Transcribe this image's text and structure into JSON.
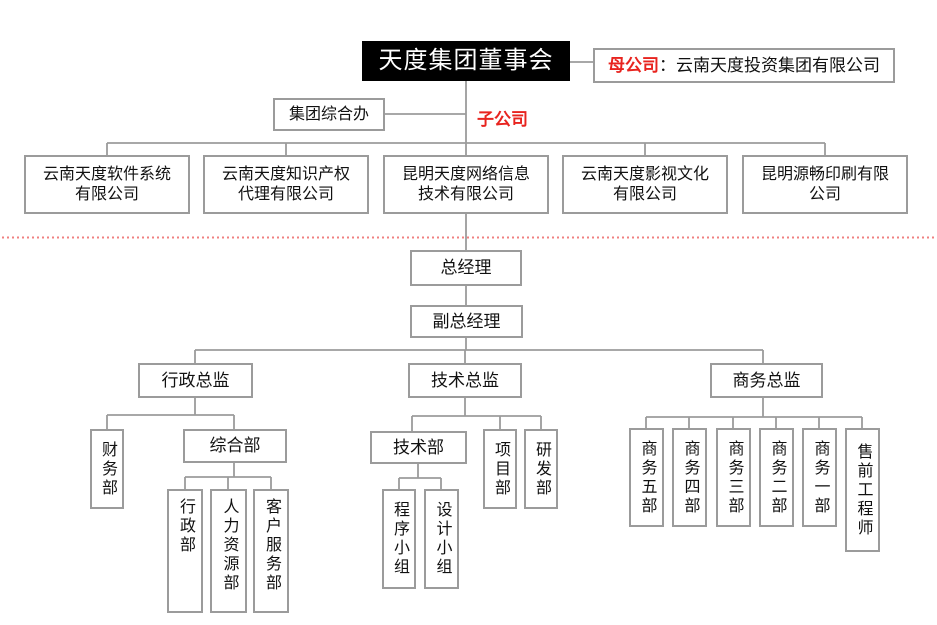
{
  "colors": {
    "accent_red": "#e8241f",
    "connector_gray": "#9b9b9b",
    "divider_dotted_red": "#f08080",
    "board_box_black": "#000000"
  },
  "board": {
    "title": "天度集团董事会"
  },
  "parent_company": {
    "prefix": "母公司",
    "rest": "：云南天度投资集团有限公司"
  },
  "group_office": {
    "label": "集团综合办"
  },
  "subsidiary_tag": {
    "label": "子公司"
  },
  "subsidiaries": [
    {
      "line1": "云南天度软件系统",
      "line2": "有限公司"
    },
    {
      "line1": "云南天度知识产权",
      "line2": "代理有限公司"
    },
    {
      "line1": "昆明天度网络信息",
      "line2": "技术有限公司"
    },
    {
      "line1": "云南天度影视文化",
      "line2": "有限公司"
    },
    {
      "line1": "昆明源畅印刷有限",
      "line2": "公司"
    }
  ],
  "management": {
    "general_manager": "总经理",
    "deputy_general_manager": "副总经理"
  },
  "directors": {
    "admin": "行政总监",
    "tech": "技术总监",
    "business": "商务总监"
  },
  "admin_branch": {
    "finance": "财务部",
    "general_affairs": "综合部",
    "sub_departments": [
      "行政部",
      "人力资源部",
      "客户服务部"
    ]
  },
  "tech_branch": {
    "tech_department": "技术部",
    "project": "项目部",
    "rnd": "研发部",
    "sub_groups": [
      "程序小组",
      "设计小组"
    ]
  },
  "business_branch": {
    "departments": [
      "商务五部",
      "商务四部",
      "商务三部",
      "商务二部",
      "商务一部",
      "售前工程师"
    ]
  }
}
